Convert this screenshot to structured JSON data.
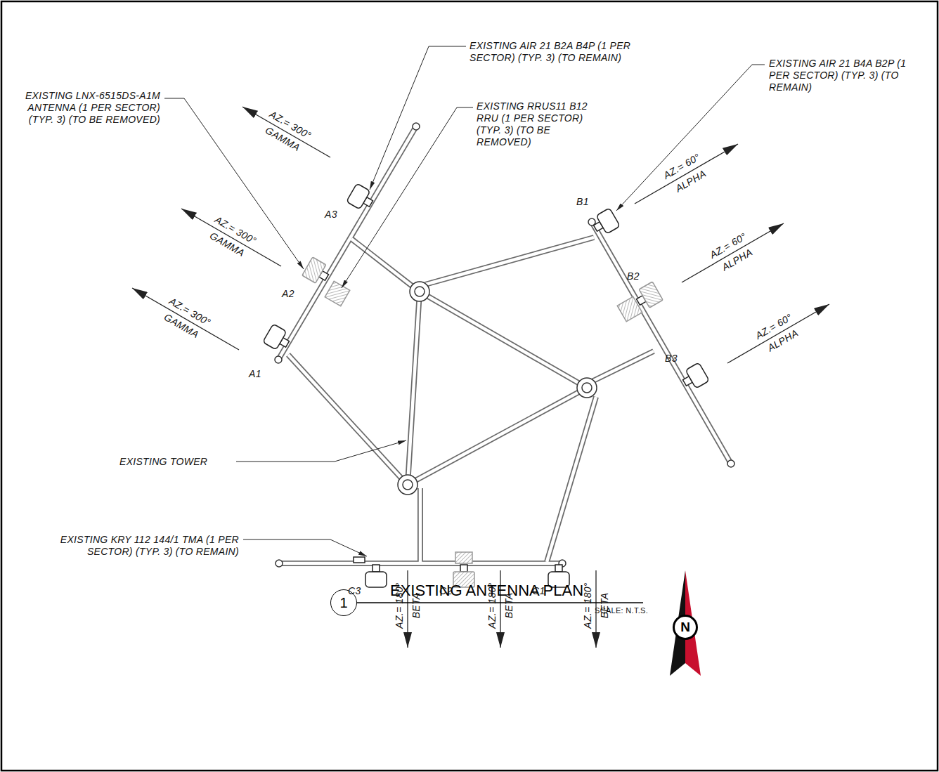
{
  "diagram": {
    "title": "EXISTING ANTENNA PLAN",
    "nodes": [
      {
        "text": [
          "1"
        ]
      },
      {
        "text": [
          "N"
        ]
      }
    ],
    "labels": [
      "EXISTING AIR 21 B2A B4P (1 PER SECTOR) (TYP. 3) (TO REMAIN)",
      "EXISTING AIR 21 B4A B2P (1 PER SECTOR) (TYP. 3) (TO REMAIN)",
      "EXISTING LNX-6515DS-A1M ANTENNA (1 PER SECTOR) (TYP. 3) (TO BE REMOVED)",
      "EXISTING RRUS11 B12 RRU (1 PER SECTOR) (TYP. 3) (TO BE REMOVED)",
      "EXISTING KRY 112 144/1 TMA (1 PER SECTOR) (TYP. 3) (TO REMAIN)",
      "EXISTING TOWER",
      "AZ.= 300°",
      "GAMMA",
      "AZ.= 300°",
      "GAMMA",
      "AZ.= 300°",
      "GAMMA",
      "AZ.= 60°",
      "ALPHA",
      "AZ.= 60°",
      "ALPHA",
      "AZ.= 60°",
      "ALPHA",
      "AZ.= 180°",
      "BETA",
      "AZ.= 180°",
      "BETA",
      "AZ.= 180°",
      "BETA",
      "A3",
      "A2",
      "A1",
      "B1",
      "B2",
      "B3",
      "C3",
      "C2",
      "C1",
      "SCALE: N.T.S."
    ]
  }
}
